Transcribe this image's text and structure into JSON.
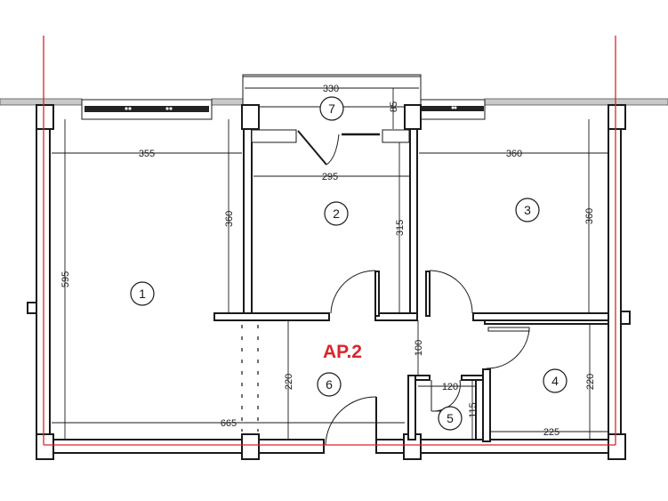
{
  "apartment": {
    "label": "AP.2",
    "label_color": "#d7262b",
    "axis_color": "#d7262b",
    "wall_color": "#1a1a1a"
  },
  "rooms": [
    {
      "number": "1"
    },
    {
      "number": "2"
    },
    {
      "number": "3"
    },
    {
      "number": "4"
    },
    {
      "number": "5"
    },
    {
      "number": "6"
    },
    {
      "number": "7"
    }
  ],
  "dimensions": {
    "room1_width": "355",
    "room1_height": "595",
    "room1_side_360": "360",
    "room1_bottom": "665",
    "balcony_width": "330",
    "balcony_depth": "85",
    "room2_width": "295",
    "room2_height": "315",
    "room3_width": "360",
    "room3_height": "360",
    "corridor_100": "100",
    "hall_220": "220",
    "bath_width": "120",
    "bath_depth": "115",
    "room4_width": "225",
    "room4_height": "220"
  }
}
